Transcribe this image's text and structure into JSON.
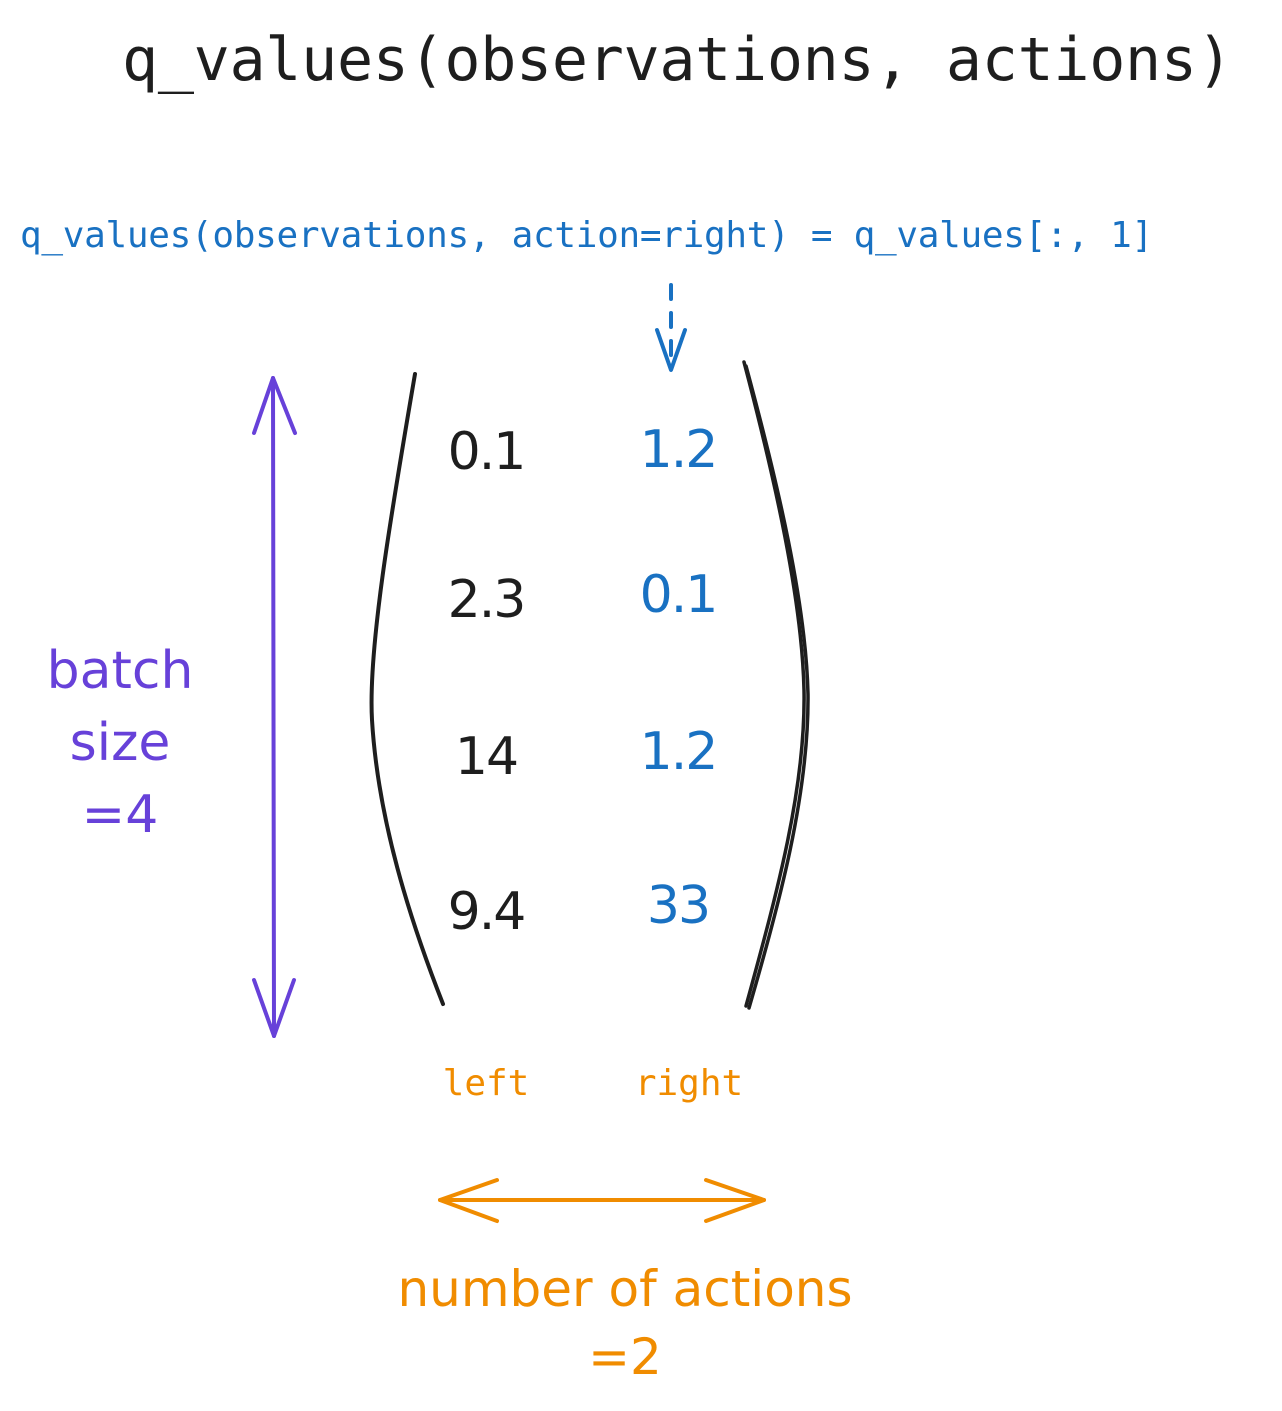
{
  "title": "q_values(observations, actions)",
  "selection_label": "q_values(observations, action=right) = q_values[:, 1]",
  "matrix": {
    "columns": [
      {
        "label": "left",
        "values": [
          "0.1",
          "2.3",
          "14",
          "9.4"
        ]
      },
      {
        "label": "right",
        "values": [
          "1.2",
          "0.1",
          "1.2",
          "33"
        ]
      }
    ]
  },
  "batch_label": {
    "lines": [
      "batch",
      "size",
      "=4"
    ]
  },
  "actions_label": {
    "lines": [
      "number of actions",
      "=2"
    ]
  },
  "colors": {
    "title": "#1e1e1e",
    "selection": "#1971c2",
    "batch": "#6741d9",
    "actions": "#f08c00",
    "left_values": "#1e1e1e",
    "right_values": "#1971c2",
    "brackets": "#1e1e1e"
  }
}
